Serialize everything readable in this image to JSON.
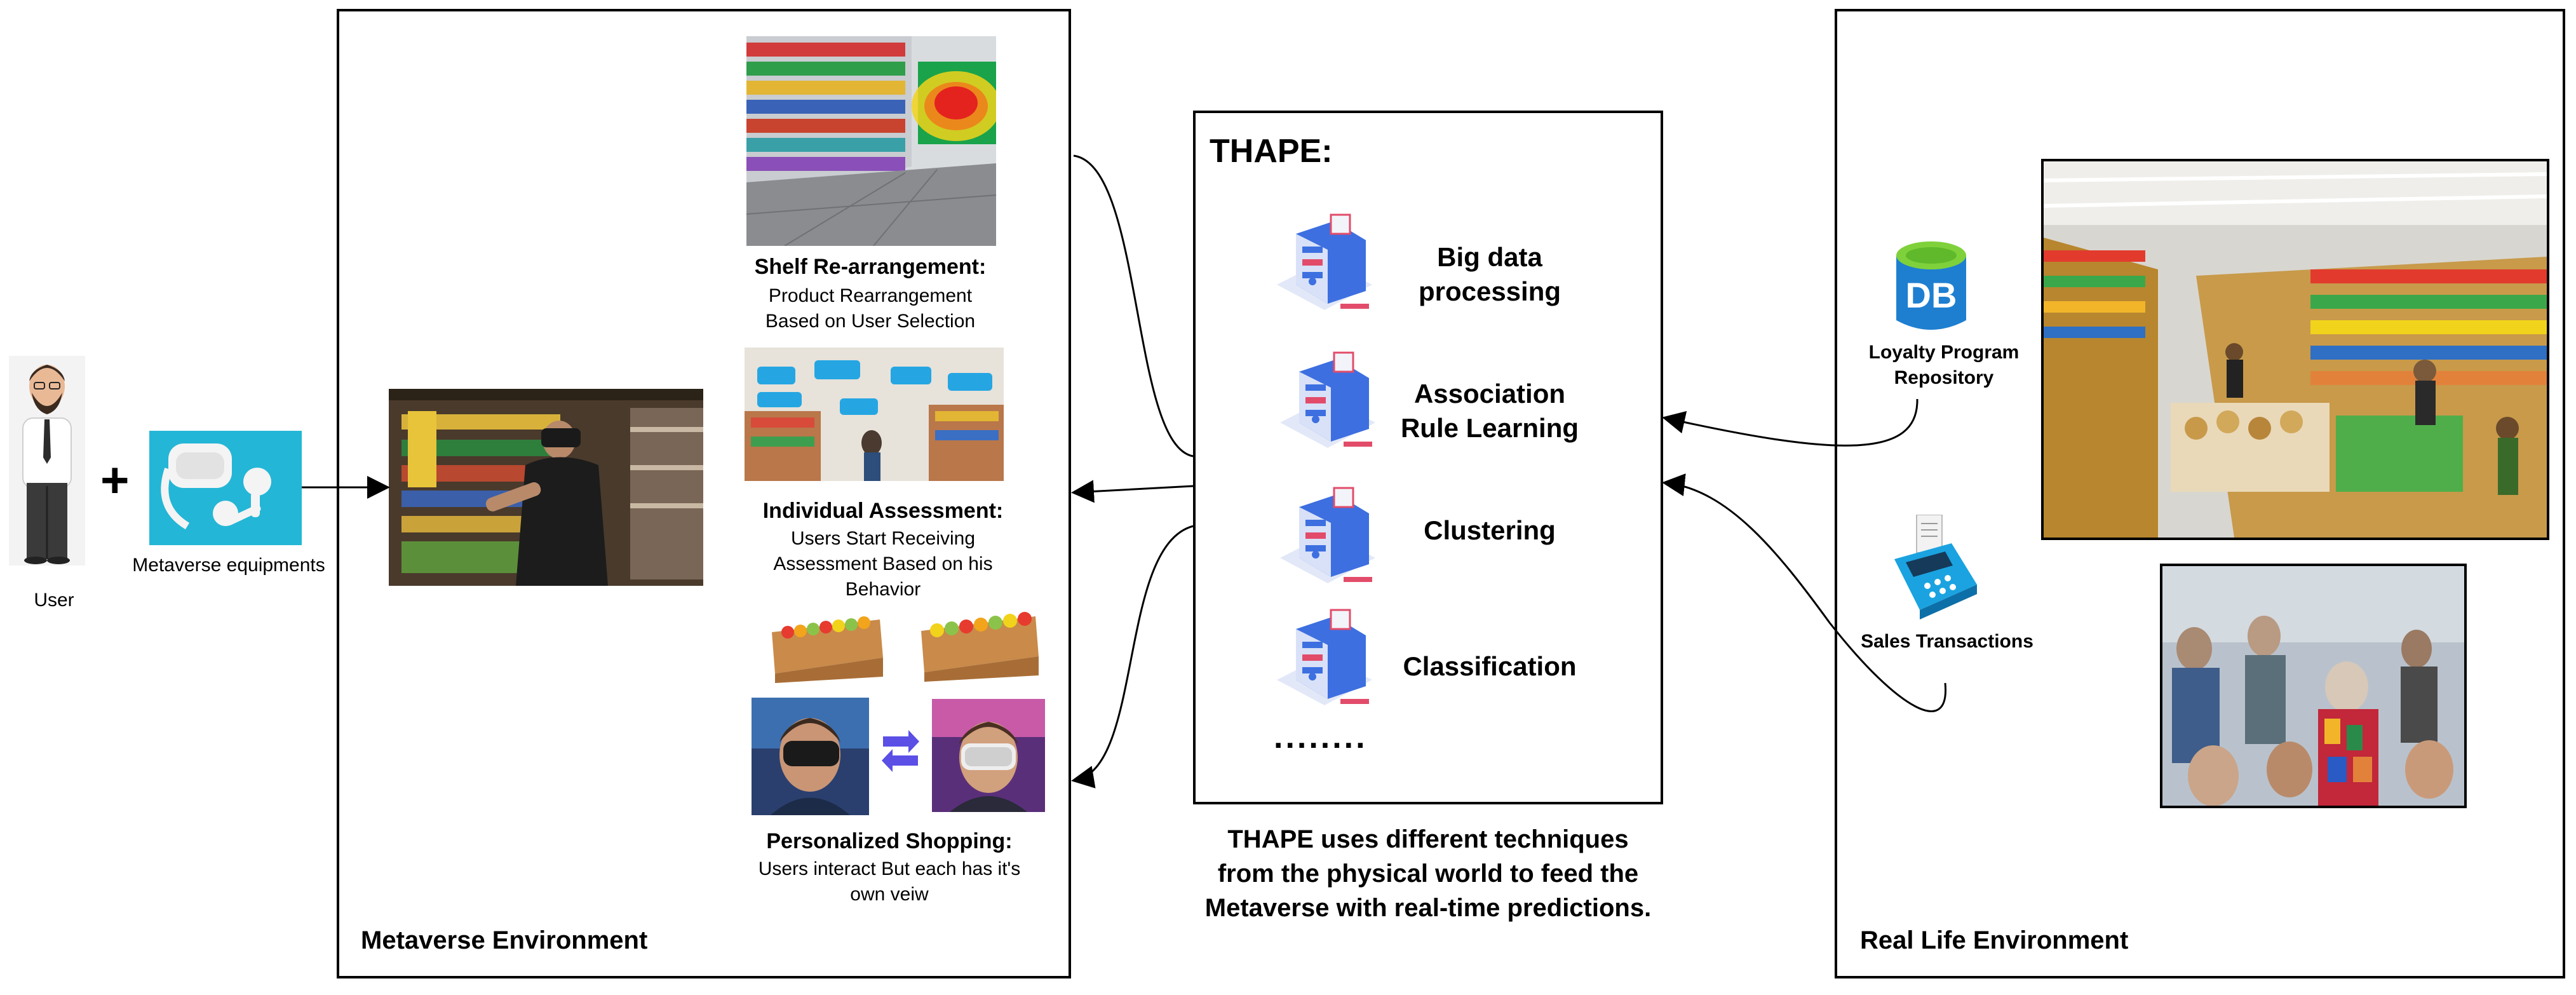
{
  "user": {
    "label": "User",
    "plus": "+",
    "equipment_label": "Metaverse equipments"
  },
  "metaverse": {
    "env_title": "Metaverse Environment",
    "shelf": {
      "title": "Shelf Re-arrangement:",
      "line1": "Product Rearrangement",
      "line2": "Based on User Selection"
    },
    "assessment": {
      "title": "Individual Assessment:",
      "line1": "Users Start Receiving",
      "line2": "Assessment Based on his",
      "line3": "Behavior"
    },
    "personalized": {
      "title": "Personalized Shopping:",
      "line1": "Users interact But each has it's",
      "line2": "own veiw"
    }
  },
  "thape": {
    "title": "THAPE:",
    "techniques": [
      {
        "line1": "Big data",
        "line2": "processing"
      },
      {
        "line1": "Association",
        "line2": "Rule Learning"
      },
      {
        "line1": "Clustering",
        "line2": ""
      },
      {
        "line1": "Classification",
        "line2": ""
      }
    ],
    "ellipsis": "........",
    "footer": {
      "line1": "THAPE uses different techniques",
      "line2": "from the physical world to feed the",
      "line3": "Metaverse with real-time predictions."
    }
  },
  "real_life": {
    "env_title": "Real Life Environment",
    "db_icon_text": "DB",
    "loyalty": {
      "line1": "Loyalty Program",
      "line2": "Repository"
    },
    "sales": "Sales Transactions"
  },
  "colors": {
    "db_blue": "#1e7fd0",
    "db_cap": "#7fd13b",
    "server_blue": "#3d6fe0",
    "pos_blue": "#1aa3e0",
    "arrow_purple": "#5b4fe6"
  }
}
